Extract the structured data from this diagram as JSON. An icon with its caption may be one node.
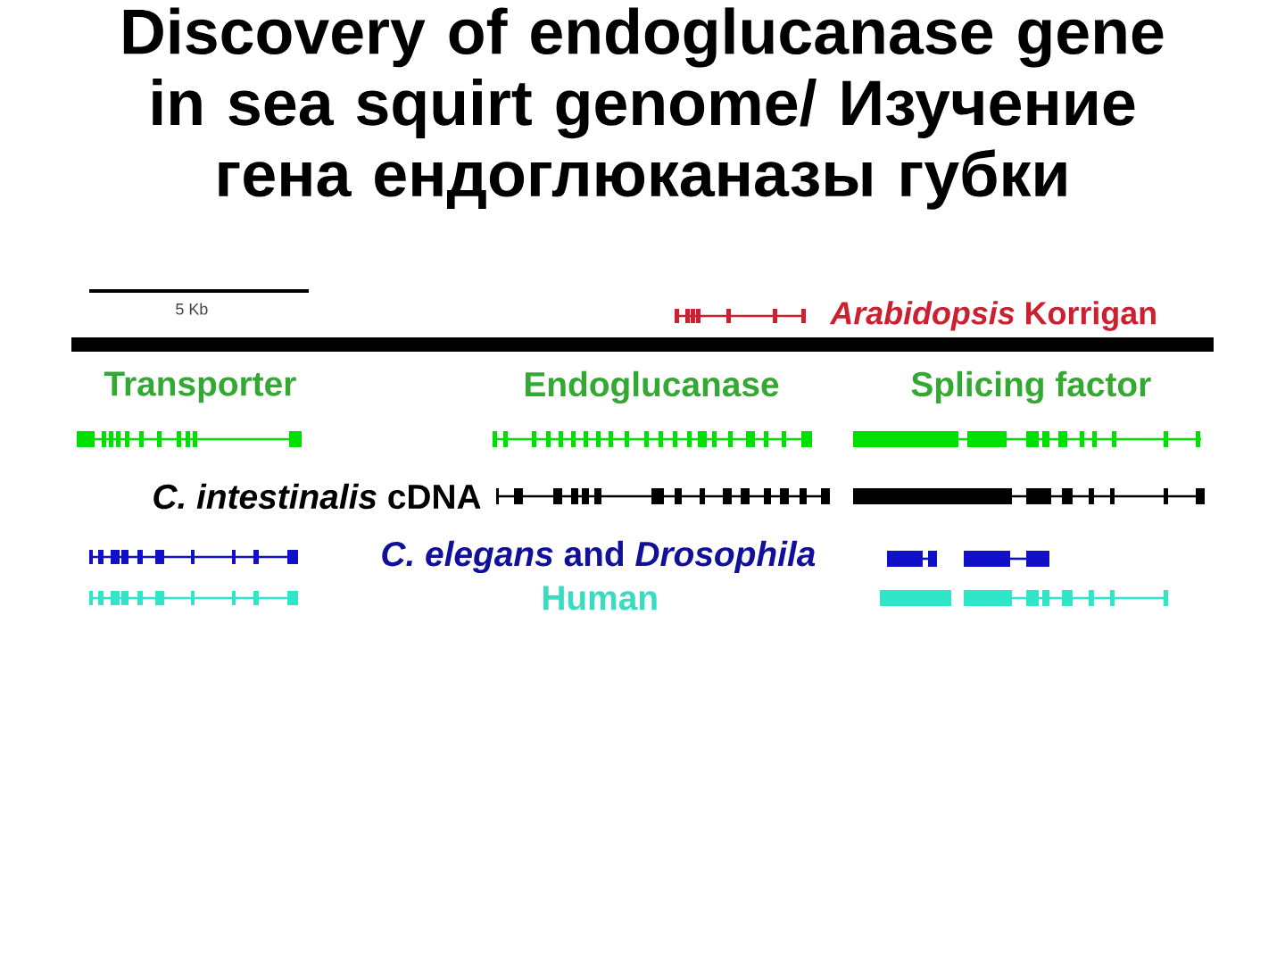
{
  "diagram": {
    "title": "Discovery of endoglucanase gene in sea squirt genome/ Изучение гена ендоглюканазы губки",
    "labels": [
      "5 Kb",
      "*Arabidopsis* Korrigan",
      "Transporter",
      "Endoglucanase",
      "Splicing factor",
      "*C. intestinalis* cDNA",
      "*C. elegans* and *Drosophila*",
      "Human"
    ]
  }
}
